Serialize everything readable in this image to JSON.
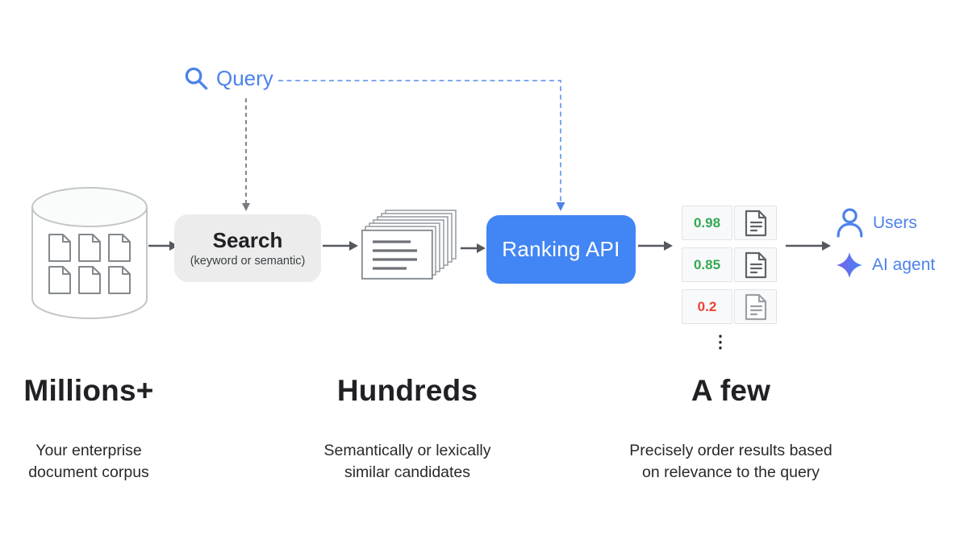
{
  "query": {
    "label": "Query"
  },
  "pipeline": {
    "search": {
      "title": "Search",
      "subtitle": "(keyword or semantic)"
    },
    "ranking": {
      "label": "Ranking API"
    },
    "results": {
      "rows": [
        {
          "score": "0.98",
          "sentiment": "positive"
        },
        {
          "score": "0.85",
          "sentiment": "positive"
        },
        {
          "score": "0.2",
          "sentiment": "negative"
        }
      ],
      "ellipsis": "⋮"
    },
    "consumers": {
      "users_label": "Users",
      "ai_agent_label": "AI agent"
    }
  },
  "captions": [
    {
      "heading": "Millions+",
      "subtitle": "Your enterprise\ndocument corpus"
    },
    {
      "heading": "Hundreds",
      "subtitle": "Semantically or lexically\nsimilar candidates"
    },
    {
      "heading": "A few",
      "subtitle": "Precisely order results based\non relevance to the query"
    }
  ],
  "icons": {
    "query": "search-icon",
    "corpus": "database-cylinder-icon",
    "candidates": "document-stack-icon",
    "result_doc": "document-icon",
    "users": "person-icon",
    "ai_agent": "sparkle-icon"
  },
  "colors": {
    "accent_blue": "#4c82ec",
    "ranking_blue": "#4285f4",
    "score_positive": "#34a853",
    "score_negative": "#ea4335",
    "arrow_gray": "#55595e",
    "dashed_gray": "#767a7e",
    "dashed_blue": "#6d9eeb",
    "box_gray": "#ececec"
  }
}
